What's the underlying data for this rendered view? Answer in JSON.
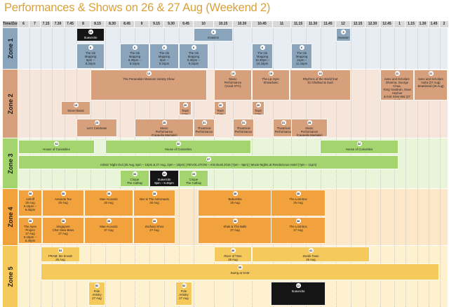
{
  "title": "Performances & Shows on 26 & 27 Aug (Weekend 2)",
  "header": {
    "corner": "Time/Zone",
    "times": [
      "6",
      "7",
      "7.15",
      "7.30",
      "7.45",
      "8",
      "8.15",
      "8.30",
      "8.45",
      "9",
      "9.15",
      "9.30",
      "9.45",
      "10",
      "10.15",
      "10.30",
      "10.45",
      "11",
      "11.15",
      "11.30",
      "11.45",
      "12",
      "12.15",
      "12.30",
      "12.45",
      "1",
      "1.15",
      "1.30",
      "1.45",
      "2"
    ]
  },
  "zones": [
    {
      "label": "Zone 1",
      "color": "#8aa5bb",
      "bg": "#e7edf2"
    },
    {
      "label": "Zone 2",
      "color": "#d7a07d",
      "bg": "#f6e5da"
    },
    {
      "label": "Zone 3",
      "color": "#a3d46e",
      "bg": "#e8f5d8"
    },
    {
      "label": "Zone 4",
      "color": "#f2a23c",
      "bg": "#fce7c9"
    },
    {
      "label": "Zone 5",
      "color": "#f6c95c",
      "bg": "#fdf1cf"
    }
  ],
  "events": [
    {
      "n": "12",
      "t": "Suavecito",
      "c": "black"
    },
    {
      "n": "3",
      "t": "Invasion",
      "c": "blue"
    },
    {
      "n": "3",
      "t": "Invasion",
      "c": "blue"
    },
    {
      "n": "6",
      "t": "The Ink\nMapping\n8pm –\n8.34pm",
      "c": "blue"
    },
    {
      "n": "6",
      "t": "The Ink\nMapping\n8.30pm –\n8.34pm",
      "c": "blue"
    },
    {
      "n": "6",
      "t": "The Ink\nMapping\n9pm –\n9.34pm",
      "c": "blue"
    },
    {
      "n": "6",
      "t": "The Ink\nMapping\n9.30pm –\n9.34pm",
      "c": "blue"
    },
    {
      "n": "6",
      "t": "The Ink\nMapping\n10.30pm –\n10.34pm",
      "c": "blue"
    },
    {
      "n": "6",
      "t": "The Ink\nMapping\n11pm –\n11.34pm",
      "c": "blue"
    },
    {
      "n": "12",
      "t": "The Peranakan Museum Variety Show",
      "c": "salmon"
    },
    {
      "n": "14",
      "t": "Music\nPerformance\n(Vocal XTC)",
      "c": "salmon"
    },
    {
      "n": "15",
      "t": "The Lip Sync\nShowdown",
      "c": "salmon"
    },
    {
      "n": "16",
      "t": "Rhythms of the World feat\nDJ Shelbud & Sudi",
      "c": "salmon"
    },
    {
      "n": "11",
      "t": "Iams and Scholars\nDharma, George Chua,\nYong Yandean, Sean Heyhoe\n& Kok Siew Wai (27 Aug)\nSpecific Islander (26 Aug)",
      "c": "salmon"
    },
    {
      "n": "11",
      "t": "Iams and Scholars\nIndra (27 Aug)\nBeatsbrad (26 Aug)",
      "c": "salmon"
    },
    {
      "n": "19",
      "t": "Street Beats",
      "c": "salmon"
    },
    {
      "n": "20",
      "t": "Town\nCrier",
      "c": "salmon"
    },
    {
      "n": "20",
      "t": "Town\nCrier",
      "c": "salmon"
    },
    {
      "n": "20",
      "t": "Town\nCrier",
      "c": "salmon"
    },
    {
      "n": "23",
      "t": "Let's Celebrate",
      "c": "salmon"
    },
    {
      "n": "28",
      "t": "Music\nPerformance\n(Cappella Martialis)",
      "c": "salmon"
    },
    {
      "n": "31",
      "t": "Theatrical\nPerformance",
      "c": "salmon"
    },
    {
      "n": "31",
      "t": "Theatrical\nPerformance",
      "c": "salmon"
    },
    {
      "n": "31",
      "t": "Theatrical\nPerformance",
      "c": "salmon"
    },
    {
      "n": "28",
      "t": "Music\nPerformance\n(Cappella Martialis)",
      "c": "salmon"
    },
    {
      "n": "32",
      "t": "House of Curiosities",
      "c": "green"
    },
    {
      "n": "32",
      "t": "House of Curiosities",
      "c": "green"
    },
    {
      "n": "32",
      "t": "House of Curiosities",
      "c": "green"
    },
    {
      "n": "37",
      "t": "Artists' Night Out (26 Aug, 5pm – 10pm & 27 Aug, 2pm – 10pm) | REVOLUTION – Arts Busk 2016 (7pm – 9pm) | Movie Nights at Rendezvous Hotel (7pm – 11pm)",
      "c": "green"
    },
    {
      "n": "34",
      "t": "Cirque\nThe Cathay",
      "c": "green"
    },
    {
      "n": "32",
      "t": "Suavecito\n9pm – 9.45pm",
      "c": "black"
    },
    {
      "n": "34",
      "t": "Cirque\nThe Cathay",
      "c": "green"
    },
    {
      "n": "38",
      "t": "Ashriff\n26 Aug\n6.15pm –\n6.45pm",
      "c": "orange"
    },
    {
      "n": "38",
      "t": "Amanda Tee\n26 Aug",
      "c": "orange"
    },
    {
      "n": "38",
      "t": "Mae Acoustic\n26 Aug",
      "c": "orange"
    },
    {
      "n": "38",
      "t": "Ben & The Astronauts\n26 Aug",
      "c": "orange"
    },
    {
      "n": "38",
      "t": "Babushka\n26 Aug",
      "c": "orange"
    },
    {
      "n": "38",
      "t": "The Lost Box\n26 Aug",
      "c": "orange"
    },
    {
      "n": "38",
      "t": "The Ayee\nProject\n27 Aug\n6.15pm –\n6.45pm",
      "c": "orange"
    },
    {
      "n": "38",
      "t": "Singapore\nChar Siew Baos\n27 Aug",
      "c": "orange"
    },
    {
      "n": "38",
      "t": "Mae Acoustic\n27 Aug",
      "c": "orange"
    },
    {
      "n": "38",
      "t": "Zachary Khoo\n27 Aug",
      "c": "orange"
    },
    {
      "n": "38",
      "t": "Shak & The Balls\n27 Aug",
      "c": "orange"
    },
    {
      "n": "38",
      "t": "The Lost Box\n27 Aug",
      "c": "orange"
    },
    {
      "n": "53",
      "t": "PRAM: the breath\n26 Aug",
      "c": "yellow"
    },
    {
      "n": "40",
      "t": "River of Time\n26 Aug",
      "c": "yellow"
    },
    {
      "n": "41",
      "t": "Zambi Town\n26 Aug",
      "c": "yellow"
    },
    {
      "n": "55",
      "t": "Swing at SAM",
      "c": "yellow"
    },
    {
      "n": "52",
      "t": "Pole\nArtistry\n27 Aug",
      "c": "yellow"
    },
    {
      "n": "52",
      "t": "Pole\nArtistry\n27 Aug",
      "c": "yellow"
    },
    {
      "n": "12",
      "t": "Suavecito",
      "c": "black"
    }
  ]
}
